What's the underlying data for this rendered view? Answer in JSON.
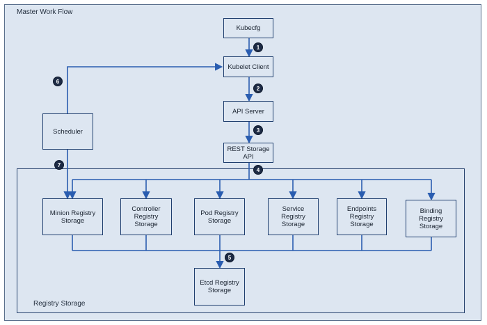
{
  "frames": {
    "master": "Master Work Flow",
    "registry": "Registry Storage"
  },
  "nodes": {
    "kubecfg": "Kubecfg",
    "kubelet": "Kubelet Client",
    "apiserver": "API Server",
    "reststorage_l1": "REST Storage",
    "reststorage_l2": "API",
    "scheduler": "Scheduler",
    "minion_l1": "Minion Registry",
    "minion_l2": "Storage",
    "controller_l1": "Controller",
    "controller_l2": "Registry Storage",
    "pod_l1": "Pod Registry",
    "pod_l2": "Storage",
    "service_l1": "Service Registry",
    "service_l2": "Storage",
    "endpoints_l1": "Endpoints",
    "endpoints_l2": "Registry Storage",
    "binding_l1": "Binding",
    "binding_l2": "Registry Storage",
    "etcd_l1": "Etcd Registry",
    "etcd_l2": "Storage"
  },
  "steps": [
    "1",
    "2",
    "3",
    "4",
    "5",
    "6",
    "7"
  ],
  "colors": {
    "line": "#2a5db0",
    "box_border": "#1f3e6e",
    "fill": "#dde6f1",
    "badge": "#1d2b45"
  }
}
